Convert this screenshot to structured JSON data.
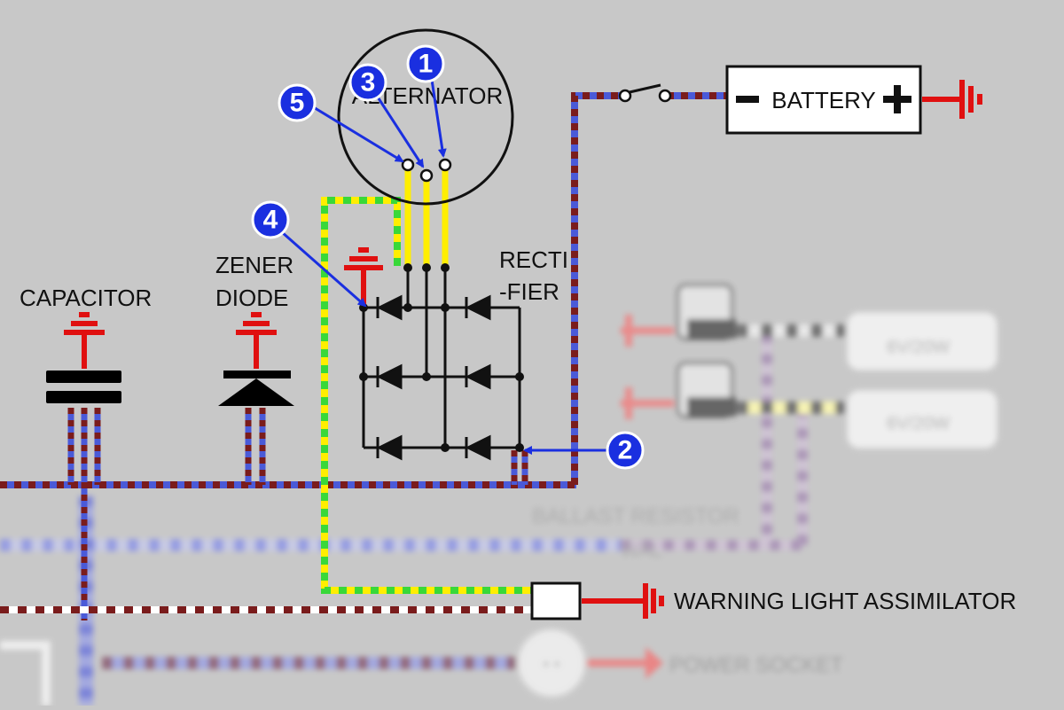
{
  "labels": {
    "alternator": "ALTERNATOR",
    "battery": "BATTERY",
    "battery_minus": "−",
    "battery_plus": "+",
    "capacitor": "CAPACITOR",
    "zener_line1": "ZENER",
    "zener_line2": "DIODE",
    "rectifier_line1": "RECTI",
    "rectifier_line2": "-FIER",
    "warning_light": "WARNING LIGHT ASSIMILATOR",
    "blurred_ballast_line1": "BALLAST RESISTOR",
    "blurred_ballast_line2": "WAL",
    "blurred_power_socket": "POWER SOCKET",
    "blurred_bulb_1": "6V/20W",
    "blurred_bulb_2": "6V/20W"
  },
  "callouts": [
    "1",
    "2",
    "3",
    "4",
    "5"
  ],
  "colors": {
    "background": "#c8c8c8",
    "callout_blue": "#1a2fe0",
    "ground_red": "#e01010",
    "wire_brown": "#7a1c1c",
    "wire_blue": "#4a5ad8",
    "wire_yellow": "#ffee00",
    "wire_green": "#39d839"
  }
}
